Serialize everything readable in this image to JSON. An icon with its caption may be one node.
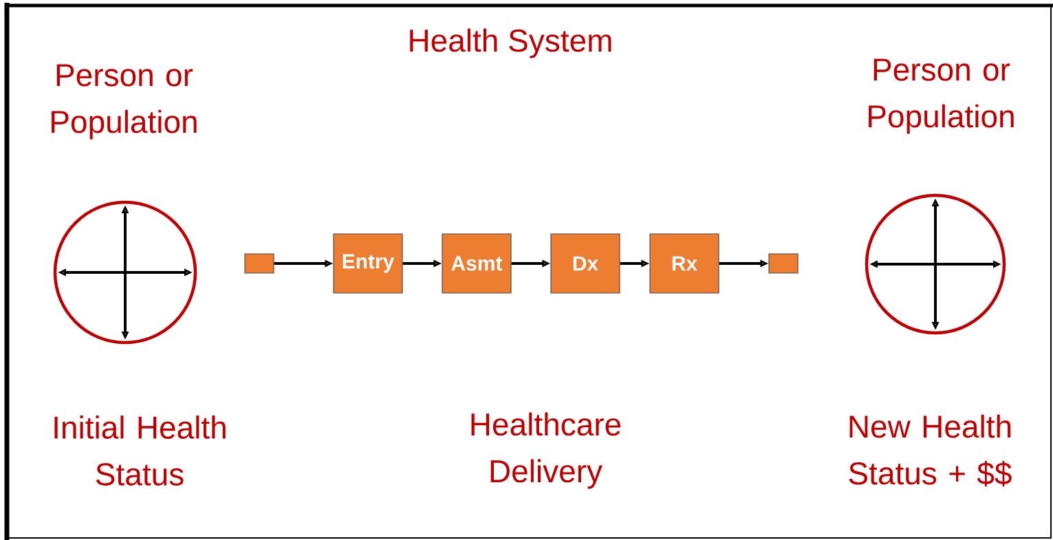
{
  "diagram": {
    "title": "Health System",
    "nodes": [
      {
        "text": [],
        "shape": "box"
      },
      {
        "text": [
          "Entry"
        ]
      },
      {
        "text": [
          "Asmt"
        ]
      },
      {
        "text": [
          "Dx"
        ]
      },
      {
        "text": [
          "Rx"
        ]
      },
      {
        "text": [],
        "shape": "box"
      }
    ],
    "edges": [
      {
        "from": 0,
        "to": 1,
        "arrow": "to"
      },
      {
        "from": 1,
        "to": 2,
        "arrow": "to"
      },
      {
        "from": 2,
        "to": 3,
        "arrow": "to"
      },
      {
        "from": 3,
        "to": 4,
        "arrow": "to"
      },
      {
        "from": 4,
        "to": 5,
        "arrow": "to"
      }
    ],
    "labels": [
      "Person or Population",
      "Person or Population",
      "Initial Health Status",
      "Healthcare Delivery",
      "New Health Status + $$"
    ]
  }
}
